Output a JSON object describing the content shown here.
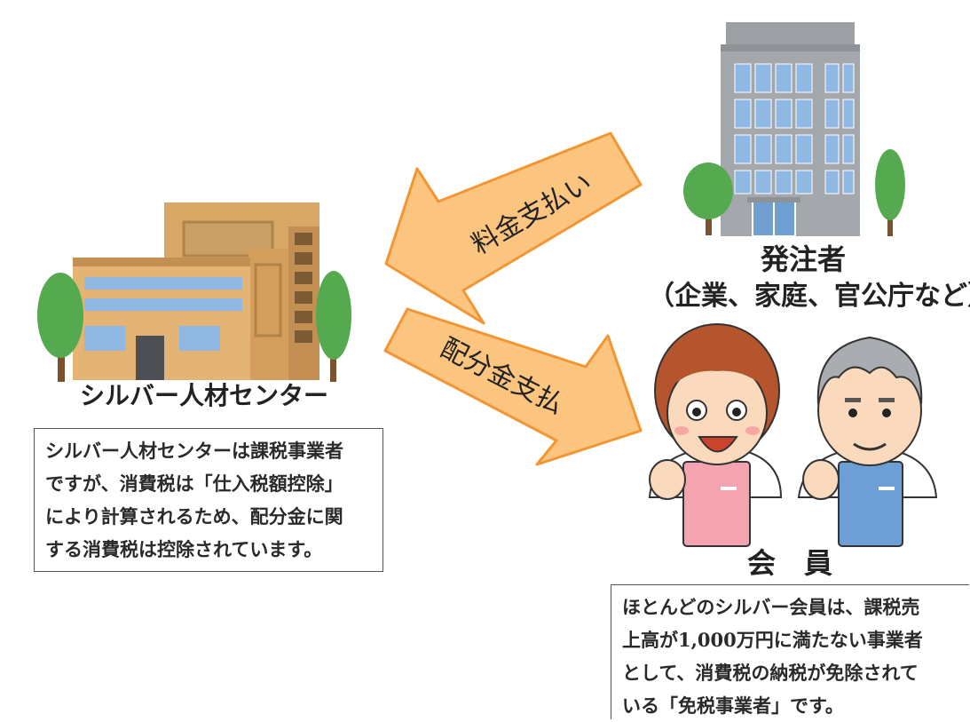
{
  "colors": {
    "arrow_fill": "#fbc57f",
    "arrow_stroke": "#f29634",
    "tree": "#55a94f",
    "building_tan": "#d9a766",
    "building_grey": "#a4a7ab",
    "apron_pink": "#f4a3b0",
    "apron_blue": "#6c9fd6"
  },
  "arrows": {
    "payment": "料金支払い",
    "distribution": "配分金支払"
  },
  "nodes": {
    "center": {
      "name": "シルバー人材センター"
    },
    "client": {
      "name": "発注者",
      "sub": "（企業、家庭、官公庁など）"
    },
    "members": {
      "name": "会　員"
    }
  },
  "notes": {
    "center": [
      "シルバー人材センターは課税事業者",
      "ですが、消費税は「仕入税額控除」",
      "により計算されるため、配分金に関",
      "する消費税は控除されています。"
    ],
    "members": [
      "ほとんどのシルバー会員は、課税売",
      "上高が1,000万円に満たない事業者",
      "として、消費税の納税が免除されて",
      "いる「免税事業者」です。"
    ]
  }
}
